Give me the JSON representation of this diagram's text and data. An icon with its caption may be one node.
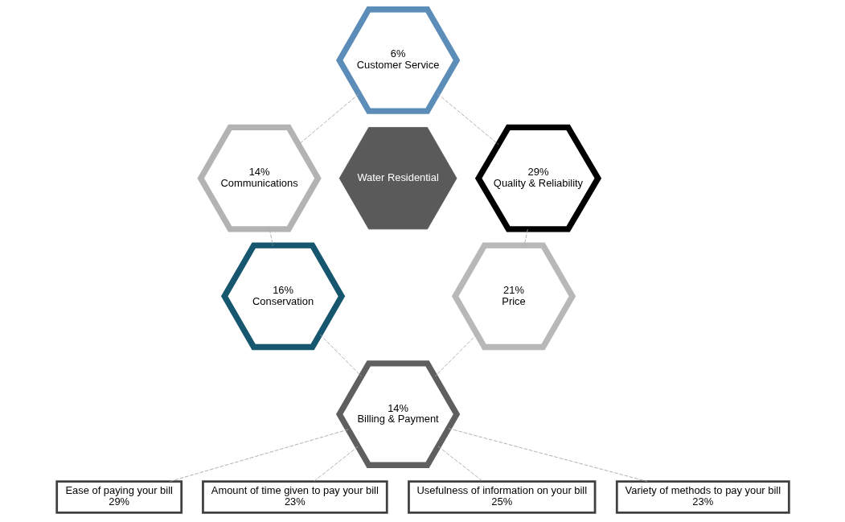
{
  "diagram": {
    "nodes": [
      {
        "text": [
          "Water Residential"
        ]
      },
      {
        "text": [
          "6%",
          "Customer Service"
        ]
      },
      {
        "text": [
          "14%",
          "Communications"
        ]
      },
      {
        "text": [
          "29%",
          "Quality & Reliability"
        ]
      },
      {
        "text": [
          "16%",
          "Conservation"
        ]
      },
      {
        "text": [
          "21%",
          "Price"
        ]
      },
      {
        "text": [
          "14%",
          "Billing & Payment"
        ]
      },
      {
        "text": [
          "Ease of paying your bill",
          "29%"
        ]
      },
      {
        "text": [
          "Amount of time given to pay your bill",
          "23%"
        ]
      },
      {
        "text": [
          "Usefulness of information on your bill",
          "25%"
        ]
      },
      {
        "text": [
          "Variety of methods to pay your bill",
          "23%"
        ]
      }
    ],
    "edges": [
      {
        "from": 1,
        "to": 2,
        "arrow": "none",
        "style": "dashed"
      },
      {
        "from": 1,
        "to": 3,
        "arrow": "none",
        "style": "dashed"
      },
      {
        "from": 2,
        "to": 4,
        "arrow": "none",
        "style": "dashed"
      },
      {
        "from": 3,
        "to": 5,
        "arrow": "none",
        "style": "dashed"
      },
      {
        "from": 4,
        "to": 6,
        "arrow": "none",
        "style": "dashed"
      },
      {
        "from": 5,
        "to": 6,
        "arrow": "none",
        "style": "dashed"
      },
      {
        "from": 6,
        "to": 7,
        "arrow": "none",
        "style": "dashed"
      },
      {
        "from": 6,
        "to": 8,
        "arrow": "none",
        "style": "dashed"
      },
      {
        "from": 6,
        "to": 9,
        "arrow": "none",
        "style": "dashed"
      },
      {
        "from": 6,
        "to": 10,
        "arrow": "none",
        "style": "dashed"
      }
    ]
  }
}
